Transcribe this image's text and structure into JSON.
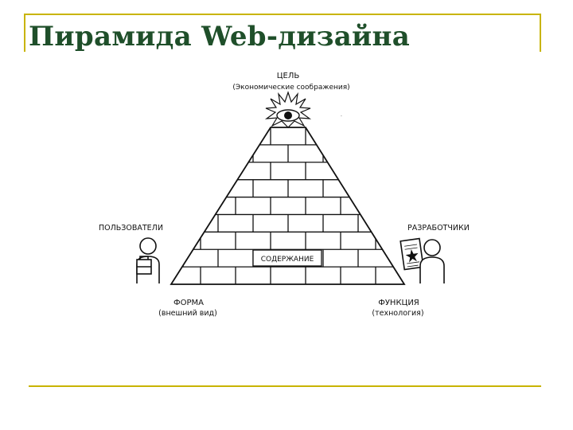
{
  "slide": {
    "title": "Пирамида Web-дизайна",
    "accent_color": "#c8b400",
    "title_color": "#1f4f2a"
  },
  "diagram": {
    "goal_title": "ЦЕЛЬ",
    "goal_subtitle": "(Экономические соображения)",
    "users_label": "ПОЛЬЗОВАТЕЛИ",
    "developers_label": "РАЗРАБОТЧИКИ",
    "content_label": "СОДЕРЖАНИЕ",
    "form_title": "ФОРМА",
    "form_subtitle": "(внешний вид)",
    "function_title": "ФУНКЦИЯ",
    "function_subtitle": "(технология)",
    "eye_icon": "eye-icon",
    "user_icon": "person-icon",
    "developer_icon": "person-icon"
  }
}
